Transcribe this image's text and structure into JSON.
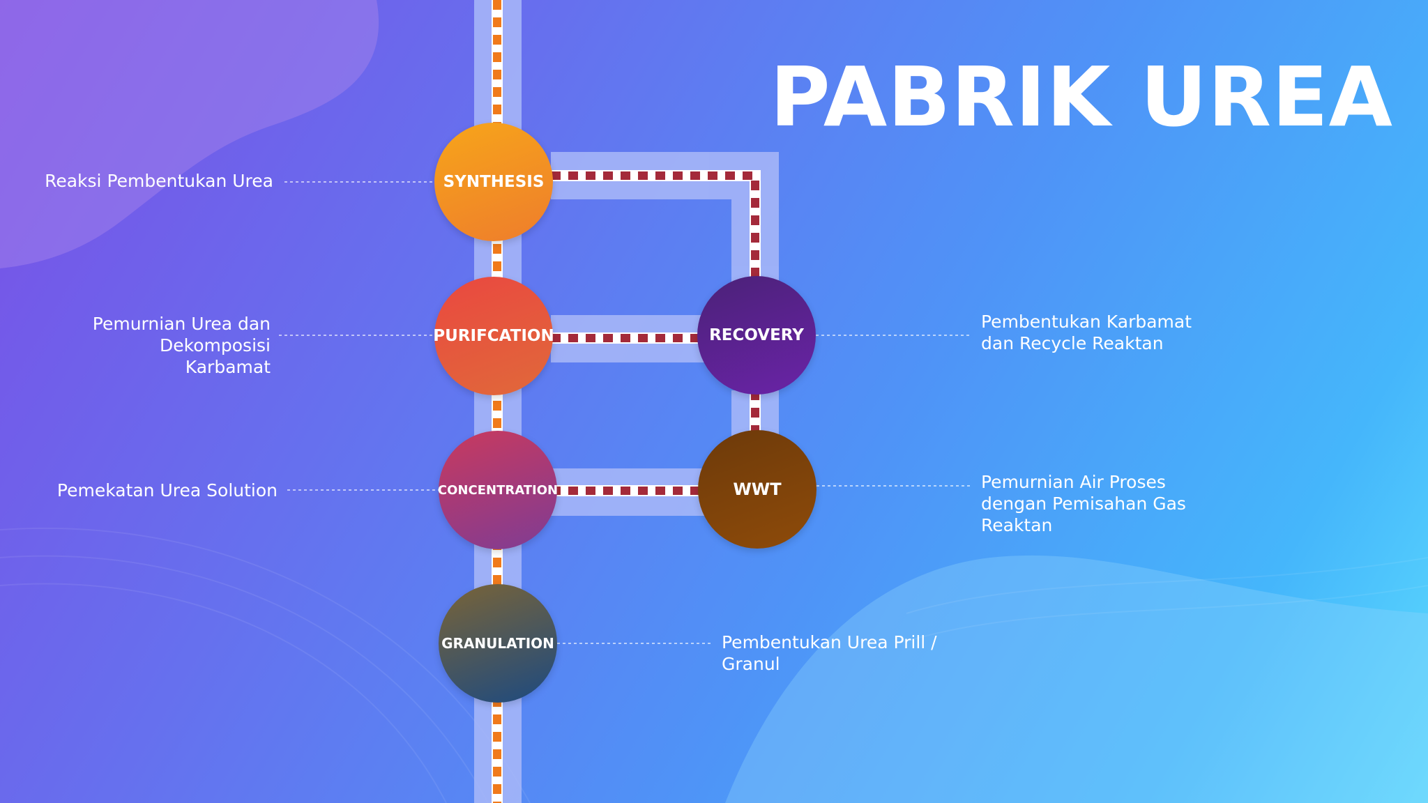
{
  "title": "PABRIK UREA",
  "nodes": {
    "synthesis": "SYNTHESIS",
    "purification": "PURIFCATION",
    "concentration": "CONCENTRATION",
    "granulation": "GRANULATION",
    "recovery": "RECOVERY",
    "wwt": "WWT"
  },
  "descriptions": {
    "synthesis": "Reaksi Pembentukan Urea",
    "purification": [
      "Pemurnian Urea dan",
      "Dekomposisi",
      "Karbamat"
    ],
    "concentration": "Pemekatan Urea Solution",
    "granulation": [
      "Pembentukan Urea Prill /",
      "Granul"
    ],
    "recovery": [
      "Pembentukan Karbamat",
      "dan Recycle Reaktan"
    ],
    "wwt": [
      "Pemurnian Air Proses",
      "dengan Pemisahan Gas",
      "Reaktan"
    ]
  },
  "colors": {
    "main_line_dash": "#f07a1c",
    "recycle_line_dash": "#a42a3a",
    "track": "#a9b8f8"
  }
}
